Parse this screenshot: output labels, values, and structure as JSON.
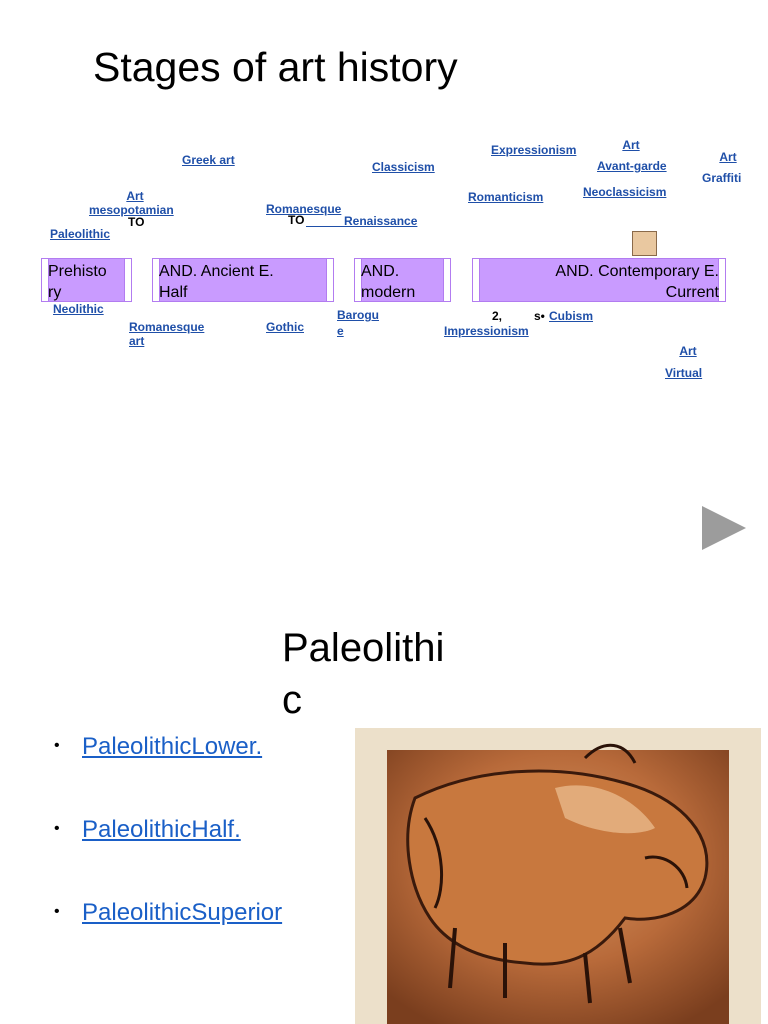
{
  "slide1": {
    "title": "Stages of art history",
    "links": {
      "greek_art": "Greek art",
      "art_meso_1": "Art",
      "art_meso_2": "mesopotamian",
      "paleolithic": "Paleolithic",
      "romanesque_top": "Romanesque",
      "renaissance": "Renaissance",
      "classicism": "Classicism",
      "expressionism": "Expressionism",
      "romanticism": "Romanticism",
      "avant_1": "Art",
      "avant_2": "Avant-garde",
      "neoclassicism": "Neoclassicism",
      "graffiti_1": "Art",
      "graffiti_2": "Graffiti",
      "neolithic": "Neolithic",
      "romanesque_art_1": "Romanesque",
      "romanesque_art_2": "art",
      "gothic": "Gothic",
      "baroque_1": "Barogu",
      "baroque_2": "e",
      "impressionism": "Impressionism",
      "cubism": "Cubism",
      "virtual_1": "Art",
      "virtual_2": "Virtual"
    },
    "to_1": "TO",
    "to_2": "TO",
    "mark_2": "2,",
    "mark_s": "s•",
    "eras": {
      "prehistory_1": "Prehisto",
      "prehistory_2": "ry",
      "ancient_1": "AND. Ancient E.",
      "ancient_2": "Half",
      "modern_1": "AND.",
      "modern_2": "modern",
      "contemporary_1": "AND. Contemporary E.",
      "contemporary_2": "Current"
    }
  },
  "slide2": {
    "title_1": "Paleolithi",
    "title_2": "c",
    "bullet_char": "•",
    "items": [
      "PaleolithicLower.",
      "PaleolithicHalf.",
      "PaleolithicSuperior"
    ]
  },
  "icons": {
    "next": "play-triangle-icon"
  },
  "colors": {
    "era_fill": "#c99bff",
    "link": "#1f4fa8",
    "body_link": "#1a5fc7"
  }
}
